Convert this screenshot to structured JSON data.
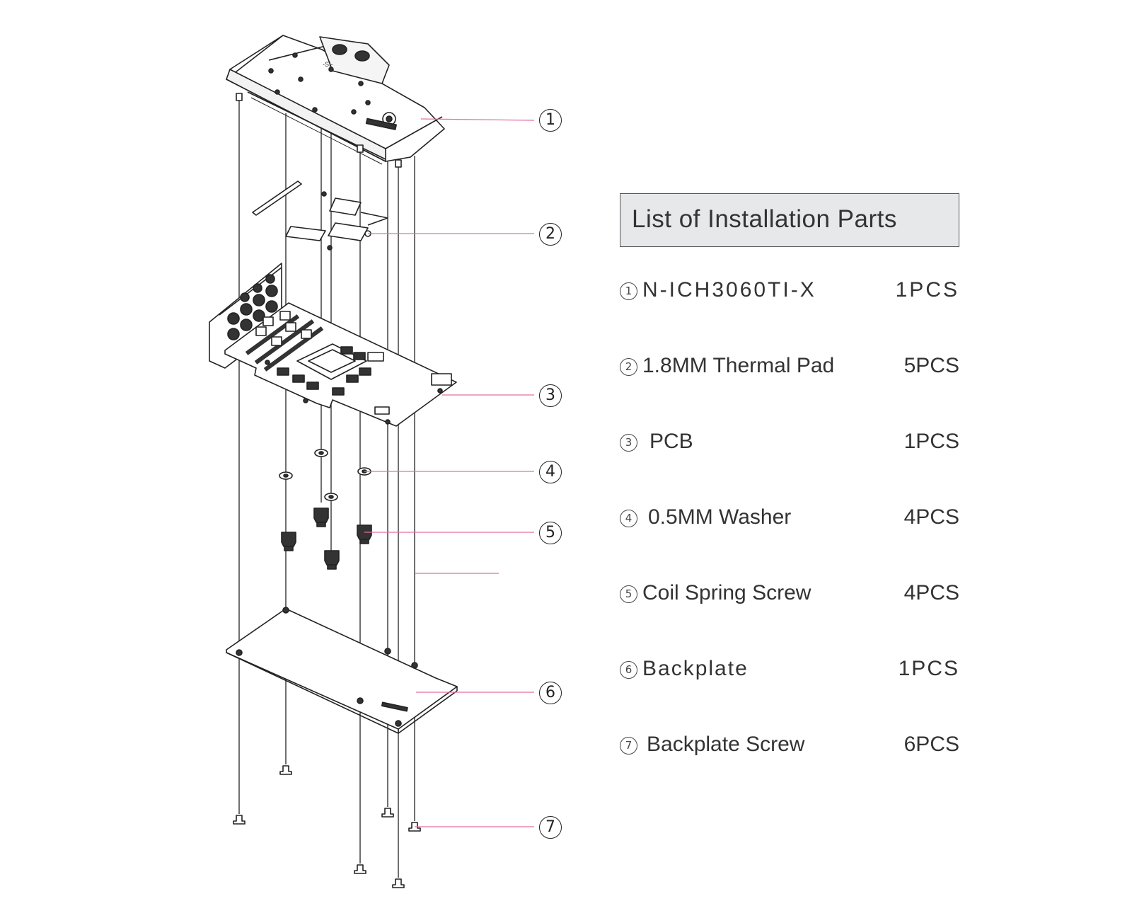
{
  "list": {
    "title": "List of Installation Parts",
    "parts": [
      {
        "mark": "1",
        "name": "N-ICH3060TI-X",
        "qty": "1PCS"
      },
      {
        "mark": "2",
        "name": "1.8MM Thermal Pad",
        "qty": "5PCS"
      },
      {
        "mark": "3",
        "name": "PCB",
        "qty": "1PCS"
      },
      {
        "mark": "4",
        "name": "0.5MM Washer",
        "qty": "4PCS"
      },
      {
        "mark": "5",
        "name": "Coil Spring Screw",
        "qty": "4PCS"
      },
      {
        "mark": "6",
        "name": "Backplate",
        "qty": "1PCS"
      },
      {
        "mark": "7",
        "name": "Backplate Screw",
        "qty": "6PCS"
      }
    ]
  },
  "callouts": [
    "1",
    "2",
    "3",
    "4",
    "5",
    "6",
    "7"
  ],
  "colors": {
    "leader_line": "#e46fa3",
    "drawing": "#222222",
    "header_bg": "#e6e8ea"
  },
  "block_engraving": "-SI-"
}
